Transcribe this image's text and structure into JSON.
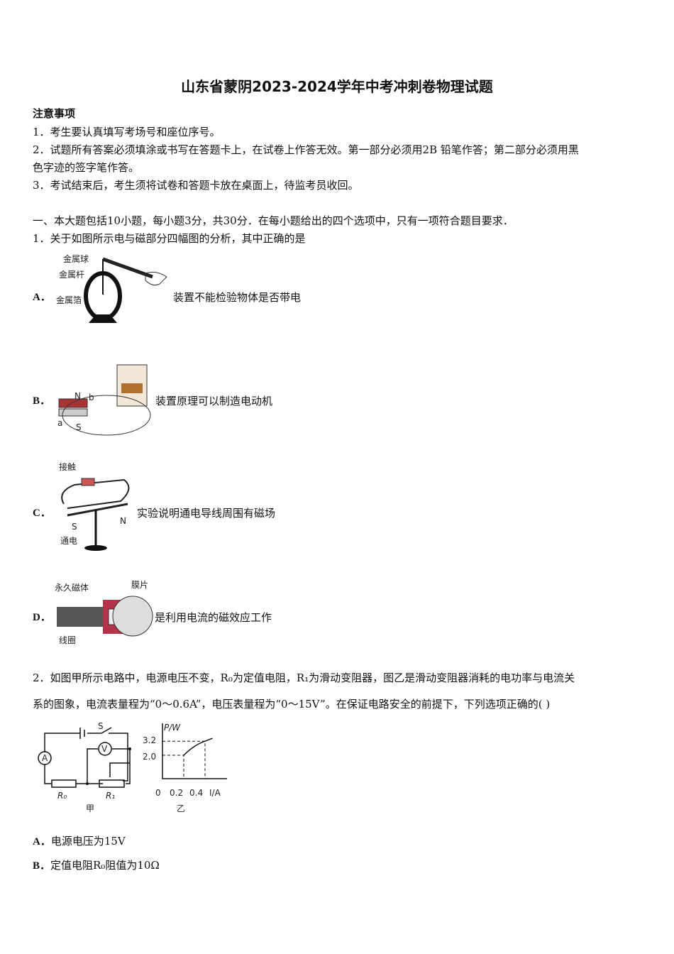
{
  "title": "山东省蒙阴2023-2024学年中考冲刺卷物理试题",
  "notice": {
    "heading": "注意事项",
    "items": [
      "1．考生要认真填写考场号和座位序号。",
      "2．试题所有答案必须填涂或书写在答题卡上，在试卷上作答无效。第一部分必须用2B 铅笔作答；第二部分必须用黑",
      "色字迹的签字笔作答。",
      "3．考试结束后，考生须将试卷和答题卡放在桌面上，待监考员收回。"
    ]
  },
  "section1": "一、本大题包括10小题，每小题3分，共30分．在每小题给出的四个选项中，只有一项符合题目要求．",
  "q1": {
    "stem": "1．关于如图所示电与磁部分四幅图的分析，其中正确的是",
    "options": [
      {
        "label": "A．",
        "text": "装置不能检验物体是否带电",
        "fig_labels": [
          "金属球",
          "金属杆",
          "金属箔"
        ]
      },
      {
        "label": "B．",
        "text": "装置原理可以制造电动机",
        "fig_labels": [
          "N",
          "b",
          "a",
          "S"
        ]
      },
      {
        "label": "C．",
        "text": "实验说明通电导线周围有磁场",
        "fig_labels": [
          "接触",
          "S",
          "N",
          "通电"
        ]
      },
      {
        "label": "D．",
        "text": "是利用电流的磁效应工作",
        "fig_labels": [
          "永久磁体",
          "膜片",
          "线圈"
        ]
      }
    ]
  },
  "q2": {
    "stem_line1": "2．如图甲所示电路中，电源电压不变，R₀为定值电阻，R₁为滑动变阻器，图乙是滑动变阻器消耗的电功率与电流关",
    "stem_line2": "系的图象，电流表量程为“0～0.6A”，电压表量程为“0～15V”。在保证电路安全的前提下，下列选项正确的( )",
    "circuit": {
      "switch": "S",
      "ammeter": "A",
      "voltmeter": "V",
      "r0": "R₀",
      "r1": "R₁",
      "caption": "甲"
    },
    "chart_data": {
      "type": "line",
      "xlabel": "I/A",
      "ylabel": "P/W",
      "x_ticks": [
        "0",
        "0.2",
        "0.4"
      ],
      "y_ticks": [
        "2.0",
        "3.2"
      ],
      "points": [
        {
          "x": 0.2,
          "y": 2.0
        },
        {
          "x": 0.4,
          "y": 3.2
        }
      ],
      "caption": "乙"
    },
    "options": [
      {
        "label": "A．",
        "text": "电源电压为15V"
      },
      {
        "label": "B．",
        "text": "定值电阻R₀阻值为10Ω"
      }
    ]
  }
}
